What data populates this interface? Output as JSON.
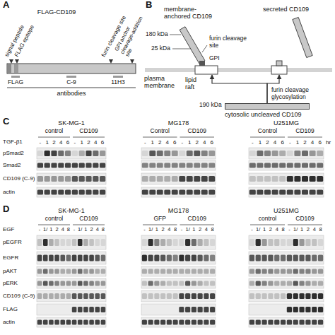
{
  "diagram": {
    "nodes": [
      {
        "text": [
          "membrane-anchored CD109"
        ]
      },
      {
        "text": [
          "secreted CD109"
        ]
      },
      {
        "text": [
          "cytosolic uncleaved CD109"
        ]
      }
    ],
    "edges": [
      {
        "from": 2,
        "to": 0,
        "arrow": "to",
        "label": "furin cleavage glycosylation"
      },
      {
        "from": 2,
        "to": 1,
        "arrow": "to"
      }
    ],
    "labels": [
      "A",
      "FLAG-CD109",
      "signal peptide",
      "FLAG epitope",
      "furin cleavage site",
      "GPI anchor cleavage-addition site",
      "FLAG",
      "C-9",
      "11H3",
      "antibodies",
      "B",
      "180 kDa",
      "furin cleavage site",
      "25 kDa",
      "GPI",
      "plasma membrane",
      "lipid raft",
      "190 kDa",
      "C",
      "SK-MG-1",
      "MG178",
      "U251MG",
      "control",
      "CD109",
      "Control",
      "CD109",
      "Control",
      "CD109",
      "TGF-β1",
      "-",
      "1",
      "2",
      "4",
      "6",
      "-",
      "1",
      "2",
      "4",
      "6",
      "-",
      "1",
      "2",
      "4",
      "6",
      "-",
      "1",
      "2",
      "4",
      "6",
      "-",
      "1",
      "2",
      "4",
      "6",
      "-",
      "1",
      "2",
      "4",
      "6",
      "hr",
      "pSmad2",
      "Smad2",
      "CD109 (C-9)",
      "actin",
      "D",
      "SK-MG-1",
      "MG178",
      "U251MG",
      "control",
      "CD109",
      "GFP",
      "CD109",
      "control",
      "CD109",
      "EGF",
      "-",
      "1/",
      "1",
      "2",
      "4",
      "8",
      "-",
      "1/",
      "1",
      "2",
      "4",
      "8",
      "-",
      "1/",
      "1",
      "2",
      "4",
      "8",
      "-",
      "1/",
      "1",
      "2",
      "4",
      "8",
      "-",
      "1/",
      "1",
      "2",
      "4",
      "8",
      "-",
      "1/",
      "1",
      "2",
      "4",
      "8",
      "pEGFR",
      "EGFR",
      "pAKT",
      "pERK",
      "CD109 (C-9)",
      "FLAG",
      "actin"
    ]
  }
}
